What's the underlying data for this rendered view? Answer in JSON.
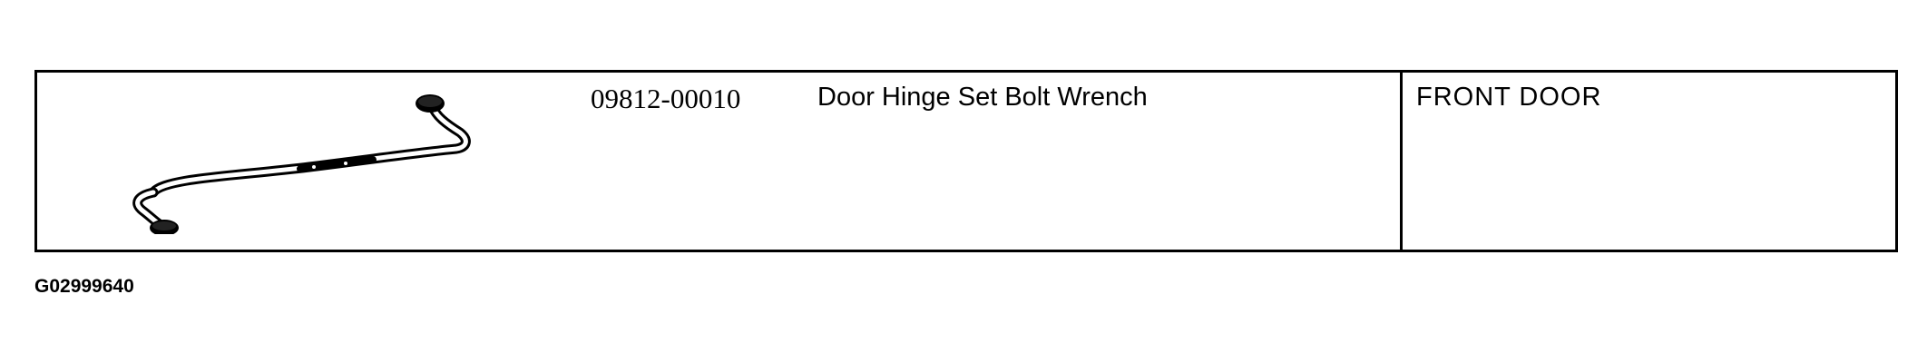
{
  "table": {
    "part_number": "09812-00010",
    "tool_name": "Door Hinge Set Bolt Wrench",
    "application": "FRONT DOOR"
  },
  "figure_id": "G02999640",
  "colors": {
    "ink": "#000000",
    "paper": "#ffffff"
  },
  "icons": {
    "tool_illustration": "offset-box-wrench-icon"
  }
}
